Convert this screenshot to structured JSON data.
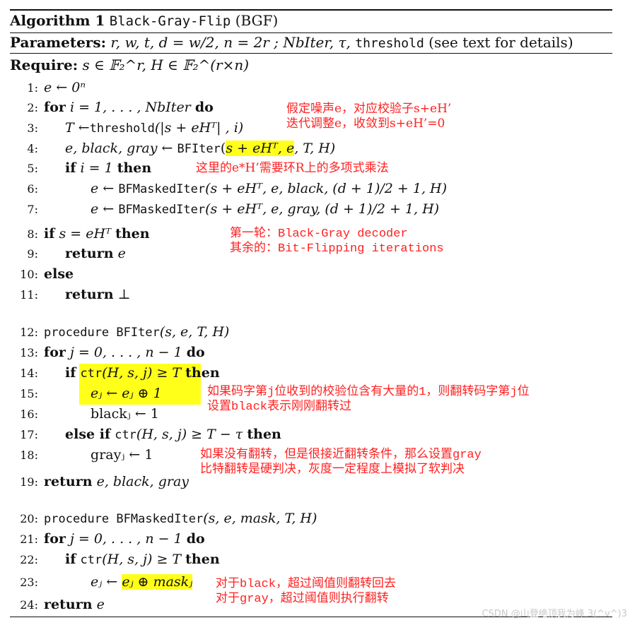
{
  "algorithm": {
    "title_label": "Algorithm 1",
    "title_name": "Black-Gray-Flip",
    "title_abbrev": "(BGF)",
    "parameters_label": "Parameters:",
    "parameters_math": "r, w, t, d = w/2, n = 2r ; NbIter, τ,",
    "parameters_tt": "threshold",
    "parameters_tail": "(see text for details)",
    "require_label": "Require:",
    "require_math": "s ∈ 𝔽₂^r, H ∈ 𝔽₂^(r×n)"
  },
  "lines": [
    {
      "n": "1:",
      "text": "e ← 0ⁿ"
    },
    {
      "n": "2:",
      "kw": "for",
      "text": "i = 1, . . . , NbIter",
      "kw2": "do"
    },
    {
      "n": "3:",
      "pre": "T ←",
      "tt": "threshold",
      "text": "(|s + eHᵀ| , i)"
    },
    {
      "n": "4:",
      "pre": "e, black, gray ←",
      "tt": "BFIter",
      "hl": "s + eHᵀ, e",
      "text": ", T, H)"
    },
    {
      "n": "5:",
      "kw": "if",
      "text": "i = 1",
      "kw2": "then"
    },
    {
      "n": "6:",
      "pre": "e ←",
      "tt": "BFMaskedIter",
      "text": "(s + eHᵀ, e, black, (d + 1)/2 + 1, H)"
    },
    {
      "n": "7:",
      "pre": "e ←",
      "tt": "BFMaskedIter",
      "text": "(s + eHᵀ, e, gray, (d + 1)/2 + 1, H)"
    },
    {
      "n": "8:",
      "kw": "if",
      "text": "s = eHᵀ",
      "kw2": "then"
    },
    {
      "n": "9:",
      "kw": "return",
      "text": "e"
    },
    {
      "n": "10:",
      "kw": "else"
    },
    {
      "n": "11:",
      "kw": "return",
      "text": "⊥"
    },
    {
      "n": "12:",
      "tt": "procedure BFIter",
      "text": "(s, e, T, H)"
    },
    {
      "n": "13:",
      "kw": "for",
      "text": "j = 0, . . . , n − 1",
      "kw2": "do"
    },
    {
      "n": "14:",
      "kw": "if",
      "tt": "ctr",
      "hl": "(H, s, j) ≥ T",
      "kw2": "then"
    },
    {
      "n": "15:",
      "text": "eⱼ ← eⱼ ⊕ 1"
    },
    {
      "n": "16:",
      "text": "blackⱼ ← 1"
    },
    {
      "n": "17:",
      "kw": "else if",
      "tt": "ctr",
      "text": "(H, s, j) ≥ T − τ",
      "kw2": "then"
    },
    {
      "n": "18:",
      "text": "grayⱼ ← 1"
    },
    {
      "n": "19:",
      "kw": "return",
      "text": "e, black, gray"
    },
    {
      "n": "20:",
      "tt": "procedure BFMaskedIter",
      "text": "(s, e, mask, T, H)"
    },
    {
      "n": "21:",
      "kw": "for",
      "text": "j = 0, . . . , n − 1",
      "kw2": "do"
    },
    {
      "n": "22:",
      "kw": "if",
      "tt": "ctr",
      "text": "(H, s, j) ≥ T",
      "kw2": "then"
    },
    {
      "n": "23:",
      "pre": "eⱼ ←",
      "hl": "eⱼ ⊕ maskⱼ"
    },
    {
      "n": "24:",
      "kw": "return",
      "text": "e"
    }
  ],
  "annotations": {
    "a1": [
      "假定噪声e，对应校验子s+eH’",
      "迭代调整e，收敛到s+eH’=0"
    ],
    "a2": [
      "这里的e*H’需要环R上的多项式乘法"
    ],
    "a3": [
      "第一轮：Black-Gray decoder",
      "其余的：Bit-Flipping iterations"
    ],
    "a4": [
      "如果码字第j位收到的校验位含有大量的1，则翻转码字第j位",
      "设置black表示刚刚翻转过"
    ],
    "a5": [
      "如果没有翻转，但是很接近翻转条件，那么设置gray",
      "比特翻转是硬判决，灰度一定程度上模拟了软判决"
    ],
    "a6": [
      "对于black，超过阈值则翻转回去",
      "对于gray，超过阈值则执行翻转"
    ]
  },
  "watermark": "CSDN @山登绝顶我为峰 3(^v^)3",
  "colors": {
    "annotation": "#ff2020",
    "highlight": "#ffff1a",
    "text": "#111111",
    "watermark": "#c8c8c8"
  }
}
